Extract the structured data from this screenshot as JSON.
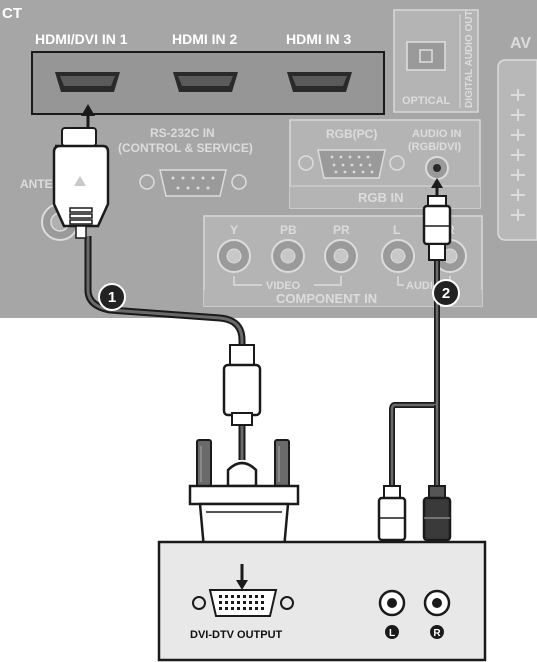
{
  "tv_panel": {
    "corner_label": "CT",
    "hdmi_ports": [
      {
        "label": "HDMI/DVI IN 1"
      },
      {
        "label": "HDMI IN 2"
      },
      {
        "label": "HDMI IN 3"
      }
    ],
    "optical_label": "OPTICAL",
    "digital_audio_out_label": "DIGITAL AUDIO OUT",
    "av_label": "AV",
    "rs232_label_line1": "RS-232C IN",
    "rs232_label_line2": "(CONTROL & SERVICE)",
    "antenna_label": "ANTE",
    "rgb_pc_label": "RGB(PC)",
    "audio_in_label_line1": "AUDIO IN",
    "audio_in_label_line2": "(RGB/DVI)",
    "rgb_in_label": "RGB IN",
    "component_jacks": [
      "Y",
      "PB",
      "PR",
      "L",
      "R"
    ],
    "video_label": "VIDEO",
    "audio_label": "AUDIO",
    "component_in_label": "COMPONENT IN"
  },
  "steps": [
    "1",
    "2"
  ],
  "source_device": {
    "dvi_output_label": "DVI-DTV OUTPUT",
    "audio_left_label": "L",
    "audio_right_label": "R"
  },
  "colors": {
    "panel": "#a6a6a6",
    "panel_dark": "#8d8d8d",
    "device_box": "#e8e8e8",
    "cable": "#3a3a3a",
    "step_badge": "#222222"
  }
}
